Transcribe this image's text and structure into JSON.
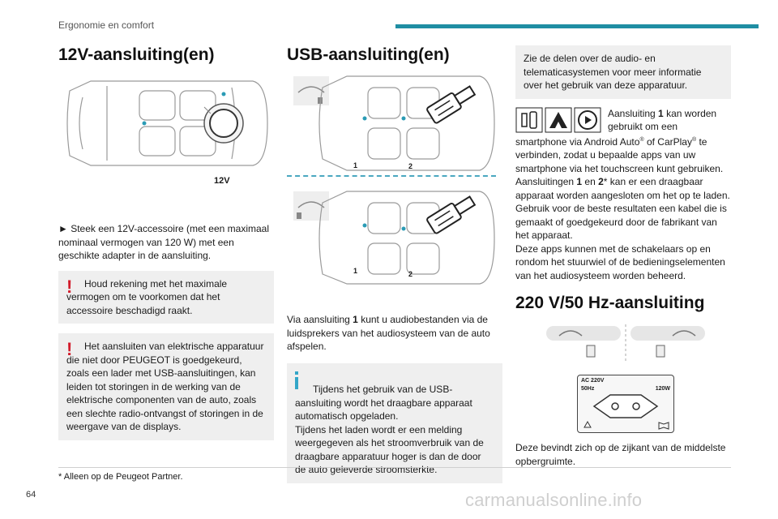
{
  "header": {
    "section_title": "Ergonomie en comfort"
  },
  "col1": {
    "title": "12V-aansluiting(en)",
    "socket_label": "12V",
    "instruction": "► Steek een 12V-accessoire (met een maximaal nominaal vermogen van 120 W) met een geschikte adapter in de aansluiting.",
    "warning1": "Houd rekening met het maximale vermogen om te voorkomen dat het accessoire beschadigd raakt.",
    "warning2": "Het aansluiten van elektrische apparatuur die niet door PEUGEOT is goedgekeurd, zoals een lader met USB-aansluitingen, kan leiden tot storingen in de werking van de elektrische componenten van de auto, zoals een slechte radio-ontvangst of storingen in de weergave van de displays."
  },
  "col2": {
    "title": "USB-aansluiting(en)",
    "diagram_labels": [
      "1",
      "2"
    ],
    "para_pre": "Via aansluiting ",
    "para_bold": "1",
    "para_post": " kunt u audiobestanden via de luidsprekers van het audiosysteem van de auto afspelen.",
    "info": "Tijdens het gebruik van de USB-aansluiting wordt het draagbare apparaat automatisch opgeladen.\nTijdens het laden wordt er een melding weergegeven als het stroomverbruik van de draagbare apparatuur hoger is dan de door de auto geleverde stroomsterkte."
  },
  "col3": {
    "note": "Zie de delen over de audio- en telematicasystemen voor meer informatie over het gebruik van deze apparatuur.",
    "p1_a": "Aansluiting ",
    "p1_b": "1",
    "p1_c": " kan worden gebruikt om een smartphone via Android Auto",
    "p1_reg": "®",
    "p1_d": " of CarPlay",
    "p1_e": " te verbinden, zodat u bepaalde apps van uw smartphone via het touchscreen kunt gebruiken.",
    "p2_a": "Aansluitingen ",
    "p2_b": "1",
    "p2_c": " en ",
    "p2_d": "2",
    "p2_e": "* kan er een draagbaar apparaat worden aangesloten om het op te laden. Gebruik voor de beste resultaten een kabel die is gemaakt of goedgekeurd door de fabrikant van het apparaat.",
    "p3": "Deze apps kunnen met de schakelaars op en rondom het stuurwiel of de bedieningselementen van het audiosysteem worden beheerd.",
    "title": "220 V/50 Hz-aansluiting",
    "socket": {
      "line1": "AC 220V",
      "line2": "50Hz",
      "power": "120W"
    },
    "location": "Deze bevindt zich op de zijkant van de middelste opbergruimte."
  },
  "footer": {
    "footnote": "* Alleen op de Peugeot Partner.",
    "page_number": "64",
    "watermark": "carmanualsonline.info"
  },
  "colors": {
    "accent": "#1f8ea3",
    "warning": "#d21c2b",
    "info": "#33a6c8"
  }
}
